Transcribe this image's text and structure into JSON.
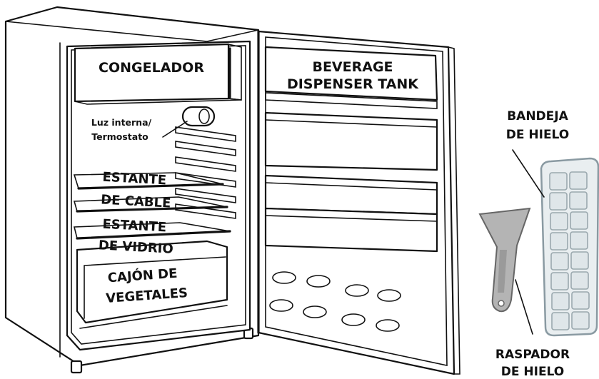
{
  "labels": {
    "freezer": "CONGELADOR",
    "beverage_line1": "BEVERAGE",
    "beverage_line2": "DISPENSER TANK",
    "light_line1": "Luz interna/",
    "light_line2": "Termostato",
    "wire_shelf_line1": "ESTANTE",
    "wire_shelf_line2": "DE CABLE",
    "glass_shelf_line1": "ESTANTE",
    "glass_shelf_line2": "DE VIDRIO",
    "crisper_line1": "CAJÓN DE",
    "crisper_line2": "VEGETALES",
    "ice_tray_line1": "BANDEJA",
    "ice_tray_line2": "DE HIELO",
    "scraper_line1": "RASPADOR",
    "scraper_line2": "DE HIELO"
  },
  "colors": {
    "line": "#111111",
    "background": "#ffffff",
    "tray": "#e9eef0",
    "scraper": "#b4b4b4"
  }
}
